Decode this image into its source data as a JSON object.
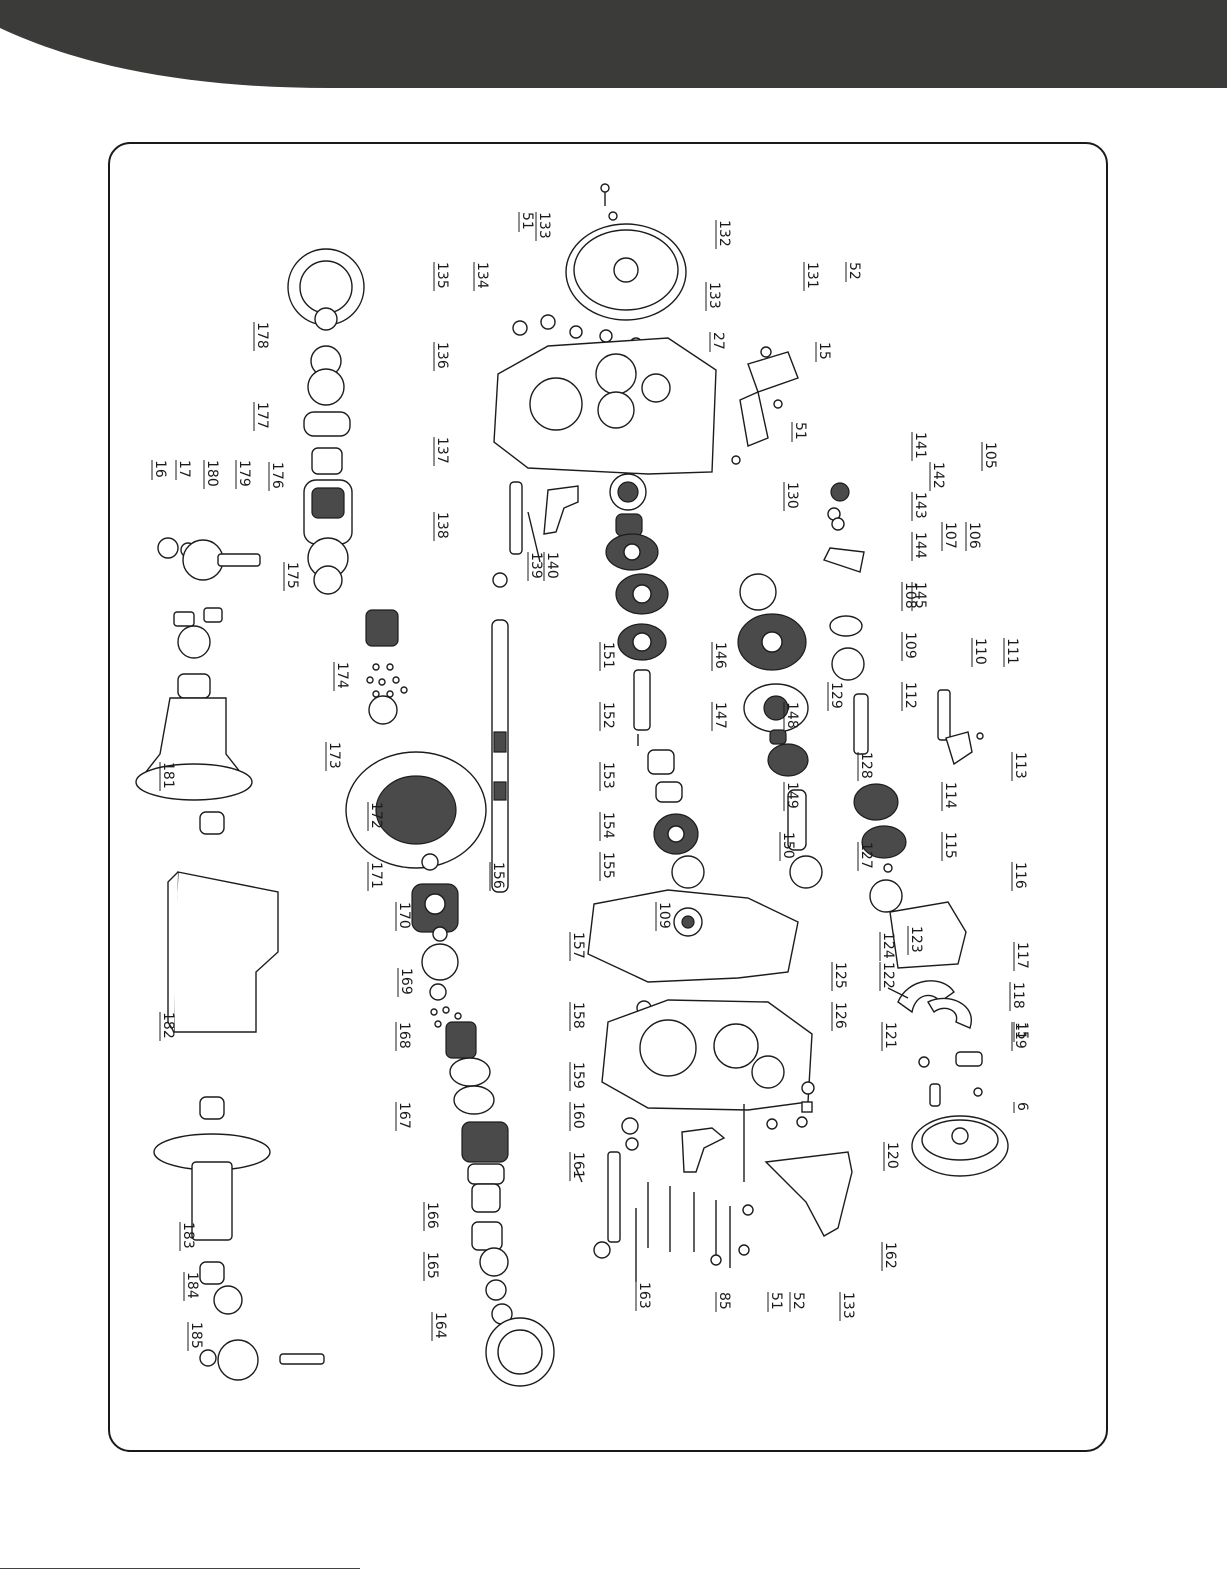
{
  "colors": {
    "header": "#3b3b3a",
    "ink": "#1c1c1c",
    "background": "#ffffff"
  },
  "callouts": [
    "51",
    "133",
    "132",
    "135",
    "134",
    "133",
    "131",
    "52",
    "27",
    "15",
    "136",
    "51",
    "130",
    "178",
    "177",
    "176",
    "16",
    "17",
    "180",
    "179",
    "175",
    "137",
    "138",
    "139",
    "140",
    "141",
    "142",
    "143",
    "144",
    "145",
    "105",
    "106",
    "107",
    "108",
    "109",
    "110",
    "111",
    "112",
    "113",
    "114",
    "115",
    "116",
    "117",
    "118",
    "119",
    "120",
    "121",
    "122",
    "123",
    "124",
    "125",
    "126",
    "127",
    "128",
    "129",
    "146",
    "147",
    "148",
    "149",
    "150",
    "151",
    "152",
    "153",
    "154",
    "155",
    "156",
    "157",
    "158",
    "159",
    "160",
    "161",
    "162",
    "163",
    "85",
    "51",
    "52",
    "133",
    "15",
    "6",
    "164",
    "165",
    "166",
    "167",
    "168",
    "169",
    "170",
    "171",
    "172",
    "173",
    "174",
    "181",
    "182",
    "183",
    "184",
    "185",
    "109"
  ]
}
